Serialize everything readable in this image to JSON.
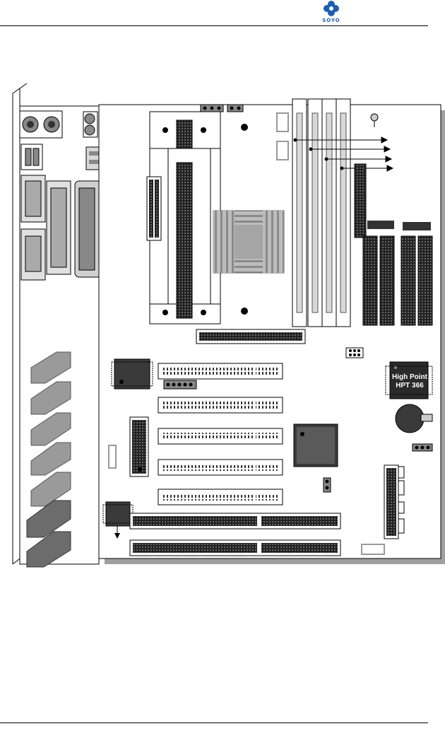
{
  "header": {
    "logo_text": "SOYO",
    "logo_color": "#1a5fb4"
  },
  "board": {
    "controller_chip": {
      "line1": "High Point",
      "line2": "HPT 366"
    },
    "dimm_slot_count": 4,
    "pci_slot_count": 5,
    "isa_slot_count": 2
  },
  "colors": {
    "slot": "#e6e6e6",
    "dark": "#222222",
    "chip": "#3a3a3a",
    "board_shadow": "#a0a0a0"
  }
}
